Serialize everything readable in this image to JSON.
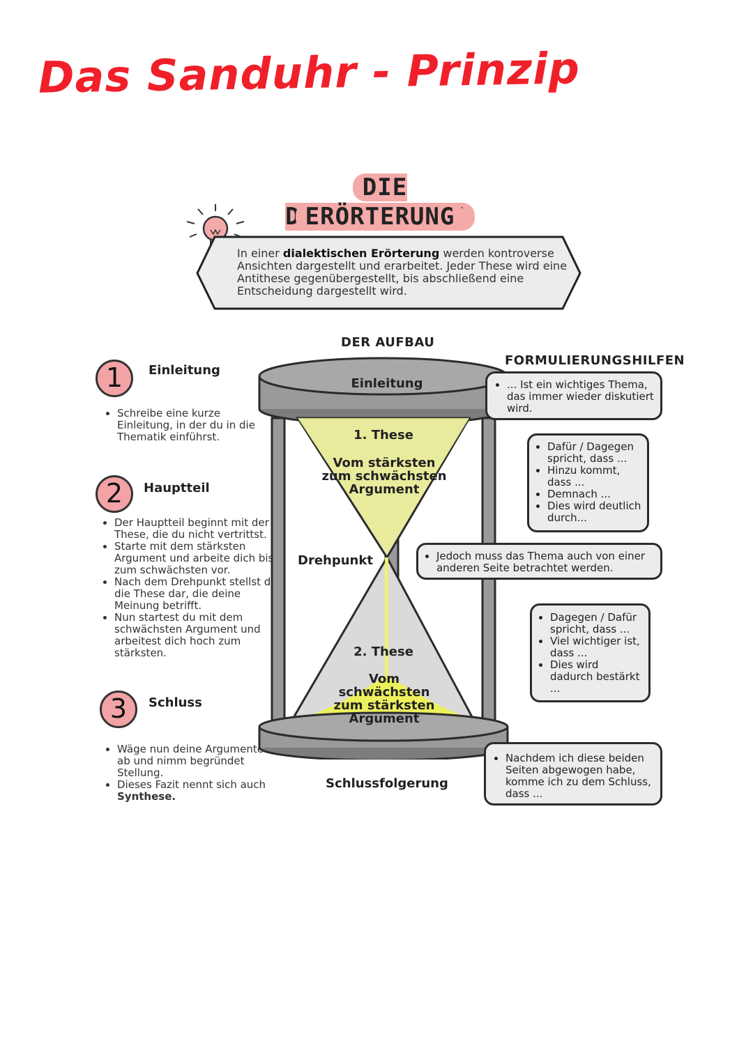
{
  "page_title": "Das Sanduhr - Prinzip",
  "subtitle": {
    "line1": "DIE DIALEKTISCHE",
    "line2": "ERÖRTERUNG"
  },
  "intro": {
    "text_before": "In einer ",
    "bold": "dialektischen Erörterung",
    "text_after": " werden kontroverse Ansichten dargestellt und erarbeitet. Jeder These wird eine Antithese gegenübergestellt, bis abschließend eine Entscheidung dargestellt wird."
  },
  "headings": {
    "aufbau": "DER AUFBAU",
    "formulierungshilfen": "FORMULIERUNGSHILFEN"
  },
  "sections": [
    {
      "number": "1",
      "title": "Einleitung",
      "bullets": [
        "Schreibe eine kurze Einleitung, in der du in die Thematik einführst."
      ]
    },
    {
      "number": "2",
      "title": "Hauptteil",
      "bullets": [
        "Der Hauptteil beginnt mit der These, die du nicht vertrittst.",
        "Starte mit dem stärksten Argument und arbeite dich bis zum schwächsten vor.",
        "Nach dem Drehpunkt stellst du die These dar, die deine Meinung betrifft.",
        "Nun startest du mit dem schwächsten Argument und arbeitest dich hoch zum stärksten."
      ]
    },
    {
      "number": "3",
      "title": "Schluss",
      "bullet1": "Wäge nun deine Argumente ab und nimm begründet Stellung.",
      "bullet2_before": "Dieses Fazit nennt sich auch ",
      "bullet2_bold": "Synthese."
    }
  ],
  "hourglass": {
    "top_label": "Einleitung",
    "upper_title": "1.  These",
    "upper_text": "Vom stärksten zum schwächsten Argument",
    "pivot_label": "Drehpunkt",
    "lower_title": "2. These",
    "lower_text": "Vom schwächsten zum stärksten Argument",
    "bottom_label": "Schlussfolgerung"
  },
  "phrases": [
    {
      "items": [
        "... Ist ein wichtiges Thema, das immer wieder diskutiert wird."
      ]
    },
    {
      "items": [
        "Dafür / Dagegen spricht, dass ...",
        "Hinzu kommt, dass ...",
        "Demnach ...",
        "Dies wird deutlich durch..."
      ]
    },
    {
      "items": [
        "Jedoch muss das Thema auch von einer anderen Seite betrachtet werden."
      ]
    },
    {
      "items": [
        "Dagegen / Dafür spricht, dass ...",
        "Viel wichtiger ist, dass ...",
        "Dies wird dadurch bestärkt ..."
      ]
    },
    {
      "items": [
        "Nachdem ich diese beiden Seiten abgewogen habe, komme ich zu dem Schluss, dass ..."
      ]
    }
  ],
  "colors": {
    "title_red": "#f0202a",
    "highlight_pink": "#f4aaa9",
    "sand_yellow": "#eef07a",
    "frame_grey": "#9a9a9a"
  }
}
